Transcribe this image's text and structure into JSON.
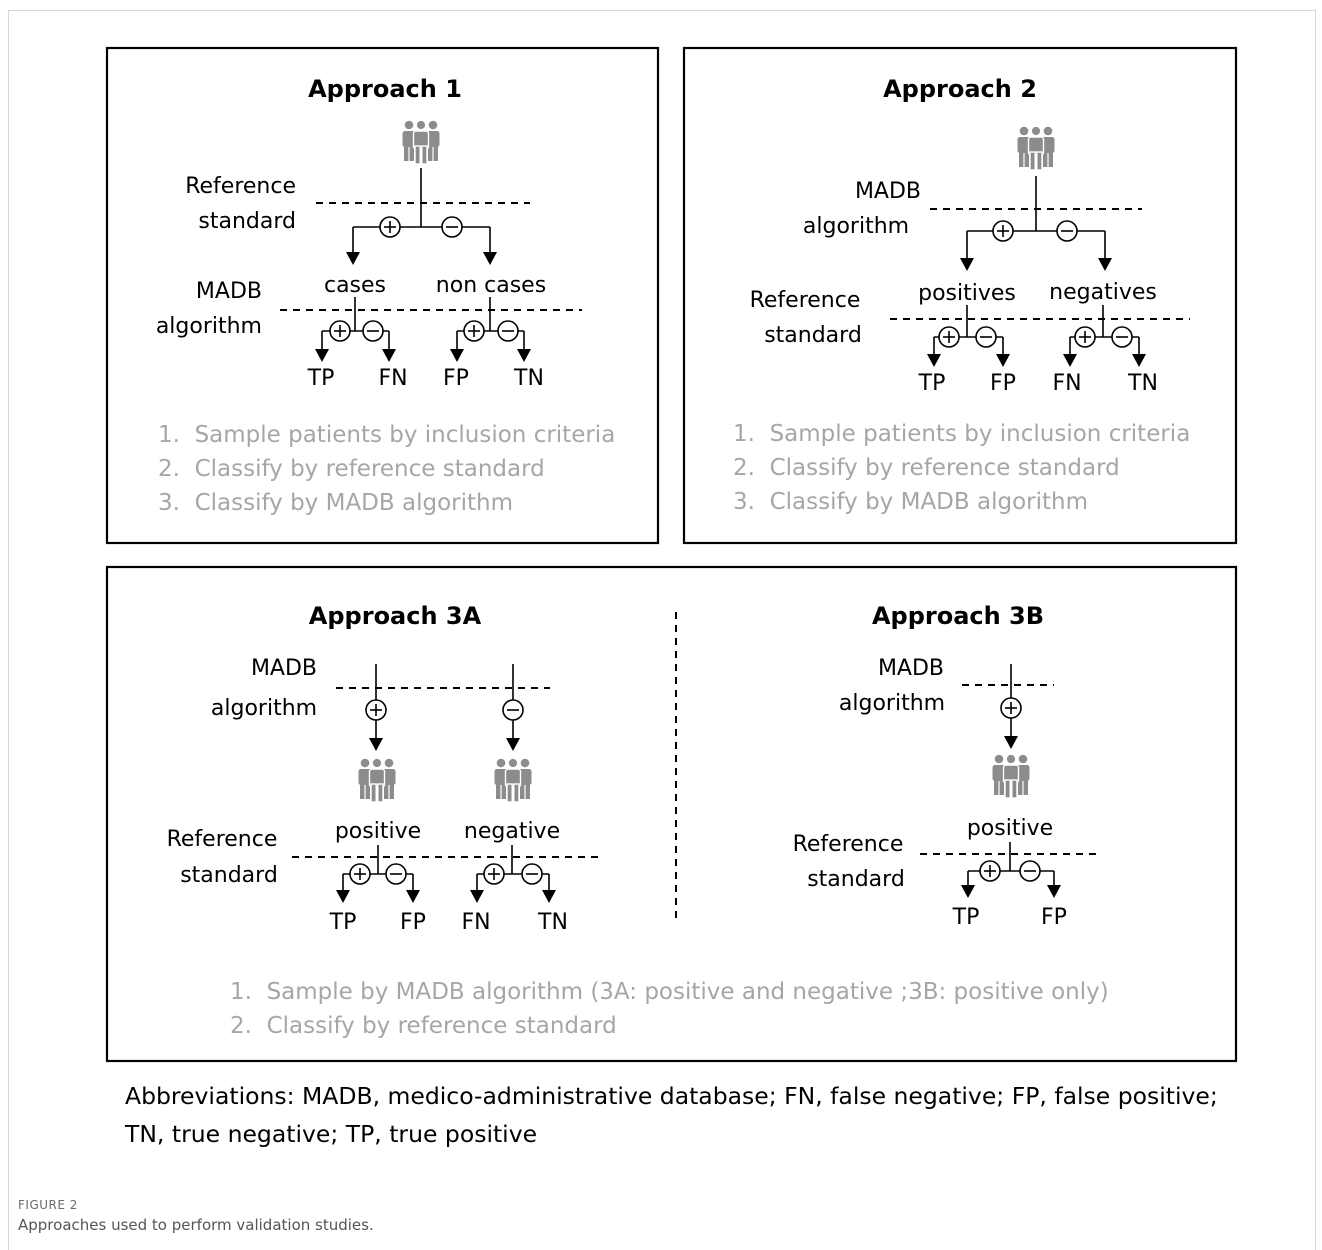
{
  "approach1": {
    "title": "Approach 1",
    "level1_label": [
      "Reference",
      "standard"
    ],
    "level2_label": [
      "MADB",
      "algorithm"
    ],
    "branch_left": "cases",
    "branch_right": "non cases",
    "outcomes": [
      "TP",
      "FN",
      "FP",
      "TN"
    ],
    "steps": [
      "1.  Sample patients by inclusion criteria",
      "2.  Classify by reference standard",
      "3.  Classify by MADB algorithm"
    ]
  },
  "approach2": {
    "title": "Approach 2",
    "level1_label": [
      "MADB",
      "algorithm"
    ],
    "level2_label": [
      "Reference",
      "standard"
    ],
    "branch_left": "positives",
    "branch_right": "negatives",
    "outcomes": [
      "TP",
      "FP",
      "FN",
      "TN"
    ],
    "steps": [
      "1.  Sample patients by inclusion criteria",
      "2.  Classify by reference standard",
      "3.  Classify by MADB algorithm"
    ]
  },
  "approach3a": {
    "title": "Approach 3A",
    "level1_label": [
      "MADB",
      "algorithm"
    ],
    "level2_label": [
      "Reference",
      "standard"
    ],
    "branch_left": "positive",
    "branch_right": "negative",
    "outcomes": [
      "TP",
      "FP",
      "FN",
      "TN"
    ]
  },
  "approach3b": {
    "title": "Approach 3B",
    "level1_label": [
      "MADB",
      "algorithm"
    ],
    "level2_label": [
      "Reference",
      "standard"
    ],
    "branch": "positive",
    "outcomes": [
      "TP",
      "FP"
    ]
  },
  "approach3_steps": [
    "1.  Sample by MADB algorithm (3A: positive and negative ;3B: positive only)",
    "2.  Classify by reference standard"
  ],
  "abbreviations": "Abbreviations: MADB, medico-administrative database; FN, false negative; FP, false positive; TN, true negative; TP, true positive",
  "figure_label": "FIGURE 2",
  "figure_caption": "Approaches used to perform validation studies.",
  "colors": {
    "line": "#000000",
    "icon": "#8c8c8c",
    "steps_text": "#a6a6a6"
  },
  "icons": [
    "people-group-icon",
    "plus-circle-icon",
    "minus-circle-icon",
    "arrow-down-icon"
  ]
}
